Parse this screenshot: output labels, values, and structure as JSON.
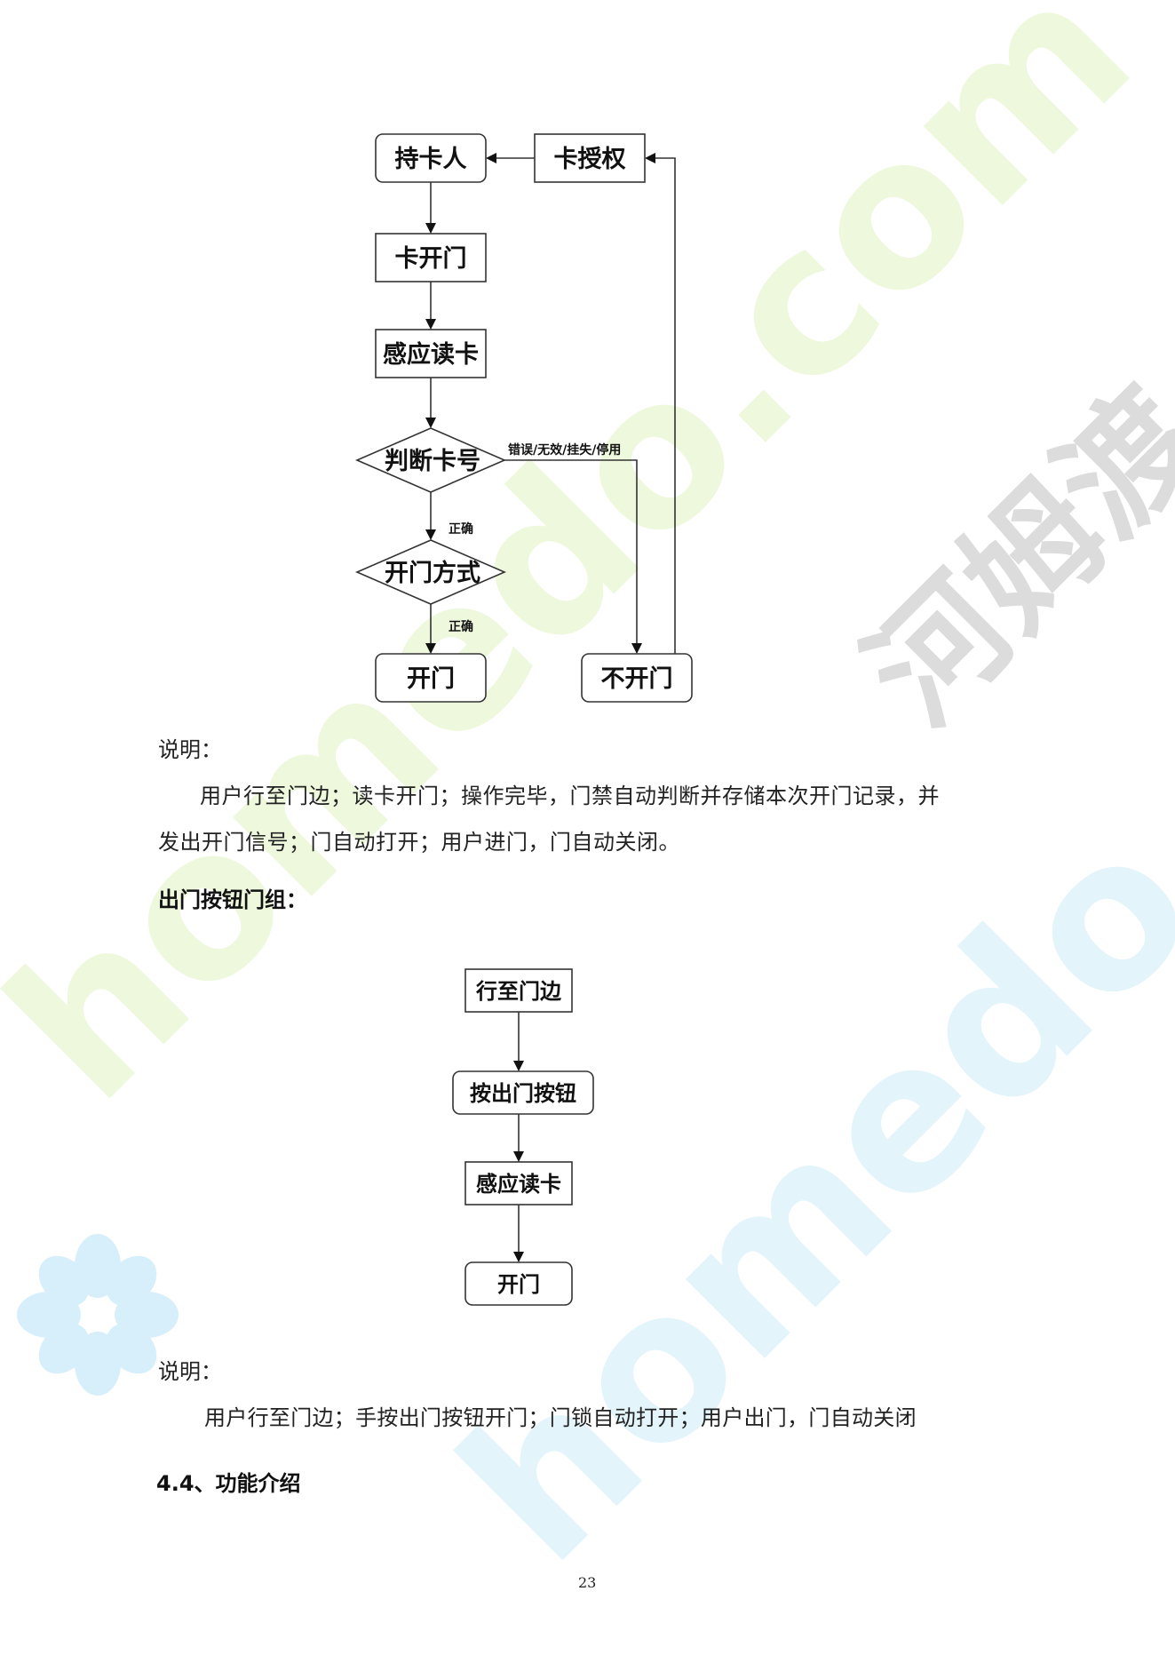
{
  "watermark": {
    "brand": "homedo.com",
    "cn": "河姆渡",
    "color_green": "#ecf7d8",
    "color_blue": "#def2fb",
    "color_gray": "#dcdcdc"
  },
  "flow1": {
    "card_holder": "持卡人",
    "card_auth": "卡授权",
    "card_open": "卡开门",
    "sense_read": "感应读卡",
    "judge_card": "判断卡号",
    "open_mode": "开门方式",
    "open": "开门",
    "no_open": "不开门",
    "error_label": "错误/无效/挂失/停用",
    "correct_label_1": "正确",
    "correct_label_2": "正确"
  },
  "note1": {
    "title": "说明：",
    "line1": "用户行至门边；读卡开门；操作完毕，门禁自动判断并存储本次开门记录，并",
    "line2": "发出开门信号；门自动打开；用户进门，门自动关闭。"
  },
  "section_exit_button": "出门按钮门组：",
  "flow2": {
    "walk_to_door": "行至门边",
    "press_button": "按出门按钮",
    "sense_read": "感应读卡",
    "open": "开门"
  },
  "note2": {
    "title": "说明：",
    "line1": "用户行至门边；手按出门按钮开门；门锁自动打开；用户出门，门自动关闭"
  },
  "section_4_4": "4.4、功能介绍",
  "page_number": "23"
}
